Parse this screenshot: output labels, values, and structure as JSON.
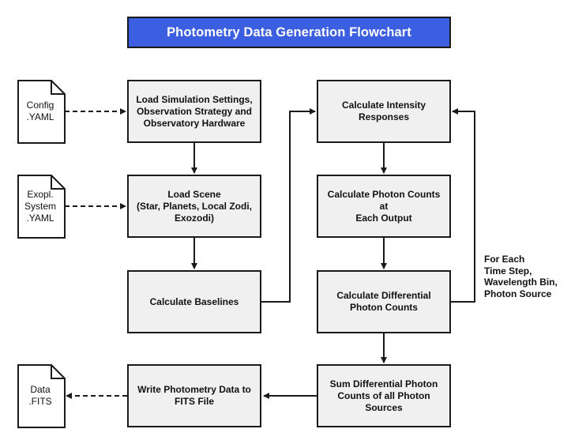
{
  "title": "Photometry Data Generation Flowchart",
  "colors": {
    "title_background": "#3b5fe0",
    "title_text": "#ffffff",
    "process_fill": "#f0f0f0",
    "outline": "#1a1a1a"
  },
  "files": {
    "config": "Config\n.YAML",
    "exoplanet_system": "Exopl.\nSystem\n.YAML",
    "data_fits": "Data\n.FITS"
  },
  "steps": {
    "load_settings": "Load Simulation Settings,\nObservation Strategy and\nObservatory Hardware",
    "load_scene": "Load Scene\n(Star, Planets, Local Zodi,\nExozodi)",
    "calc_baselines": "Calculate Baselines",
    "calc_intensity": "Calculate Intensity\nResponses",
    "calc_photon_counts": "Calculate Photon Counts at\nEach Output",
    "calc_differential": "Calculate Differential\nPhoton Counts",
    "sum_differential": "Sum Differential Photon\nCounts of all Photon\nSources",
    "write_fits": "Write Photometry Data to\nFITS File"
  },
  "loop_label": "For Each\nTime Step,\nWavelength Bin,\nPhoton Source"
}
